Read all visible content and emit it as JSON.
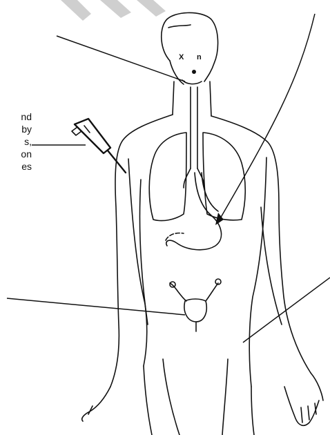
{
  "text_fragment": {
    "lines": [
      "nd",
      "by",
      "s,",
      "on",
      "es"
    ]
  },
  "colors": {
    "ink": "#111111",
    "background": "#ffffff",
    "watermark": "#cfcfcf"
  }
}
